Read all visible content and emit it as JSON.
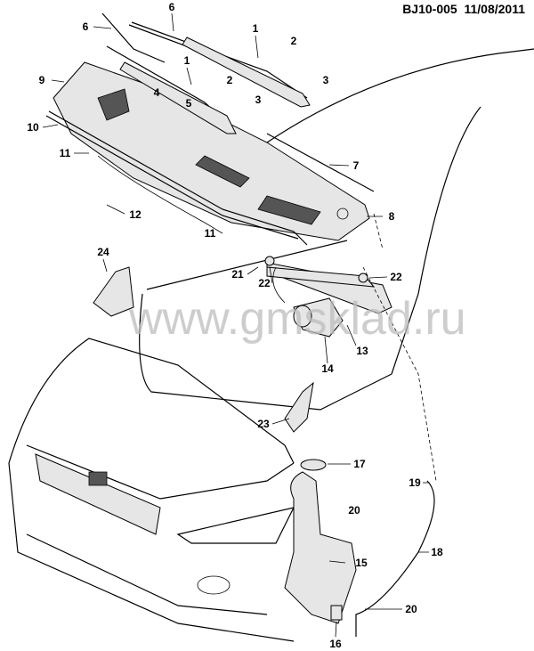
{
  "header": {
    "code": "BJ10-005",
    "date": "11/08/2011"
  },
  "watermark": "www.gmsklad.ru",
  "callouts": [
    "6",
    "6",
    "1",
    "2",
    "3",
    "1",
    "2",
    "3",
    "4",
    "5",
    "9",
    "10",
    "11",
    "12",
    "7",
    "8",
    "11",
    "21",
    "22",
    "22",
    "24",
    "13",
    "14",
    "23",
    "17",
    "19",
    "20",
    "18",
    "15",
    "20",
    "16"
  ]
}
